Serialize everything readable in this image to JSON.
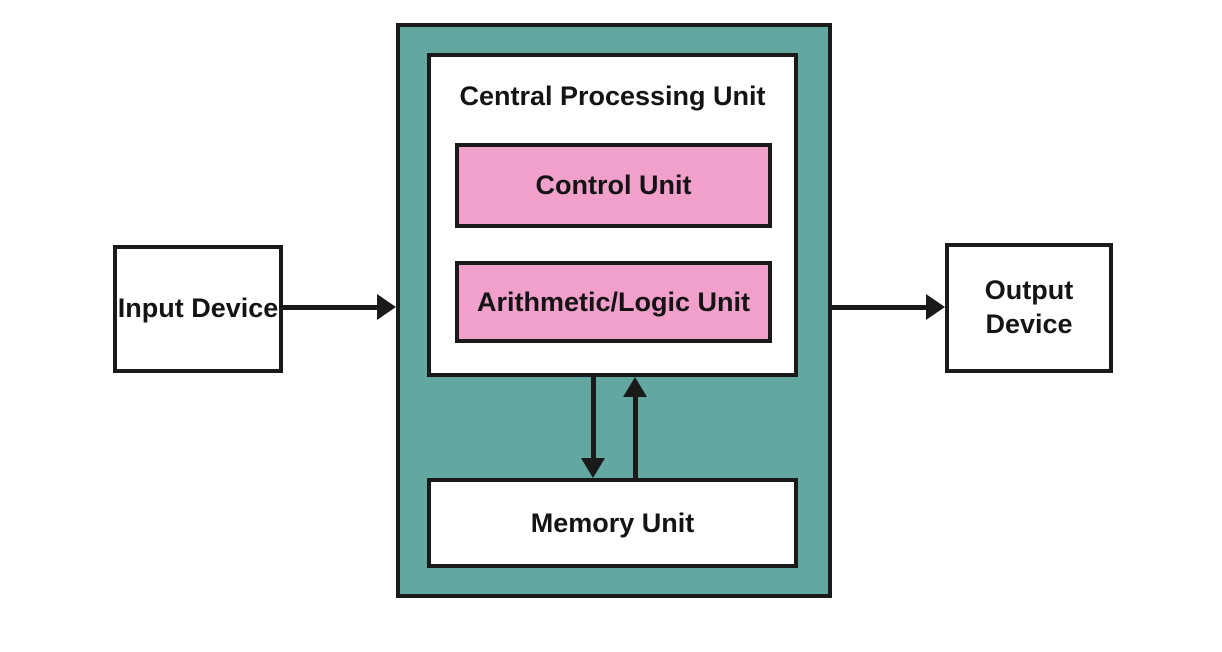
{
  "diagram": {
    "type": "block-diagram",
    "subject": "computer-architecture",
    "nodes": {
      "input_device": {
        "label": "Input Device"
      },
      "cpu": {
        "title": "Central Processing Unit"
      },
      "control_unit": {
        "label": "Control Unit"
      },
      "alu": {
        "label": "Arithmetic/Logic Unit"
      },
      "memory_unit": {
        "label": "Memory Unit"
      },
      "output_device": {
        "label": "Output Device"
      }
    },
    "connections": [
      {
        "from": "input_device",
        "to": "cpu",
        "direction": "right"
      },
      {
        "from": "cpu",
        "to": "memory_unit",
        "direction": "down"
      },
      {
        "from": "memory_unit",
        "to": "cpu",
        "direction": "up"
      },
      {
        "from": "cpu",
        "to": "output_device",
        "direction": "right"
      }
    ],
    "colors": {
      "cpu_container_fill": "#62A8A1",
      "inner_unit_fill": "#F0A0CB",
      "box_fill": "#FFFFFF",
      "border_and_arrows": "#1A1A1A",
      "background": "#FFFFFF"
    }
  }
}
